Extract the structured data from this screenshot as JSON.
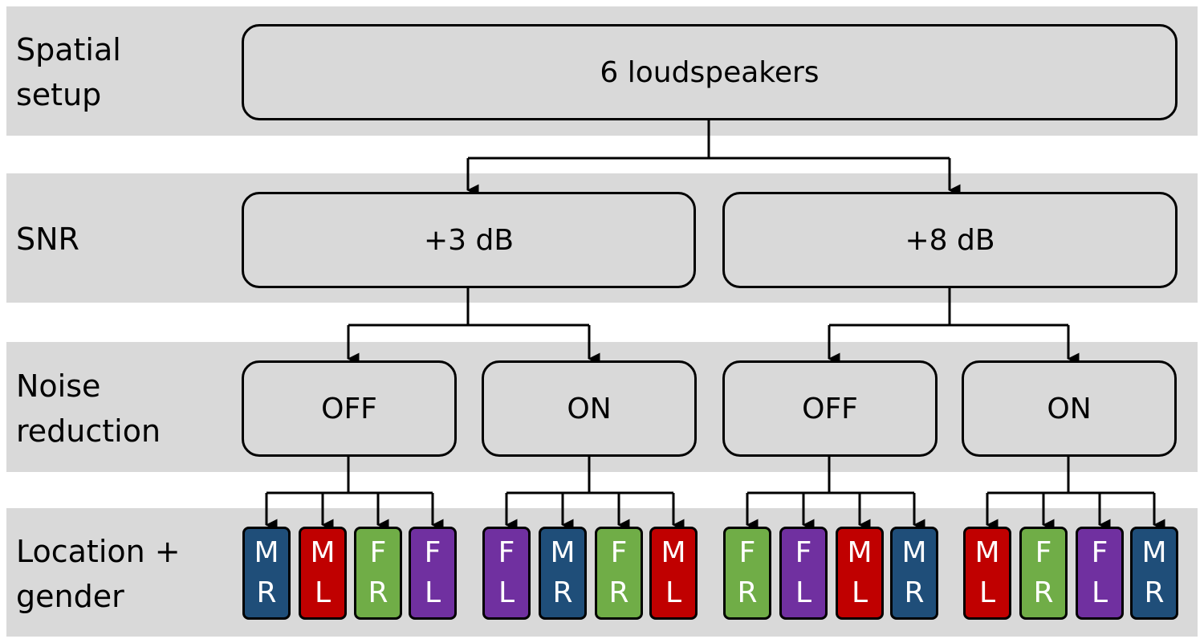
{
  "rows": {
    "spatial": "Spatial\nsetup",
    "snr": "SNR",
    "noise": "Noise\nreduction",
    "location": "Location +\ngender"
  },
  "spatial_box": "6 loudspeakers",
  "snr_boxes": [
    "+3 dB",
    "+8 dB"
  ],
  "noise_boxes": [
    "OFF",
    "ON",
    "OFF",
    "ON"
  ],
  "colors": {
    "band": "#d9d9d9",
    "blue": "#1f4e79",
    "red": "#c00000",
    "green": "#70ad47",
    "purple": "#7030a0"
  },
  "tile_groups": [
    [
      {
        "g": "M",
        "l": "R",
        "c": "blue"
      },
      {
        "g": "M",
        "l": "L",
        "c": "red"
      },
      {
        "g": "F",
        "l": "R",
        "c": "green"
      },
      {
        "g": "F",
        "l": "L",
        "c": "purple"
      }
    ],
    [
      {
        "g": "F",
        "l": "L",
        "c": "purple"
      },
      {
        "g": "M",
        "l": "R",
        "c": "blue"
      },
      {
        "g": "F",
        "l": "R",
        "c": "green"
      },
      {
        "g": "M",
        "l": "L",
        "c": "red"
      }
    ],
    [
      {
        "g": "F",
        "l": "R",
        "c": "green"
      },
      {
        "g": "F",
        "l": "L",
        "c": "purple"
      },
      {
        "g": "M",
        "l": "L",
        "c": "red"
      },
      {
        "g": "M",
        "l": "R",
        "c": "blue"
      }
    ],
    [
      {
        "g": "M",
        "l": "L",
        "c": "red"
      },
      {
        "g": "F",
        "l": "R",
        "c": "green"
      },
      {
        "g": "F",
        "l": "L",
        "c": "purple"
      },
      {
        "g": "M",
        "l": "R",
        "c": "blue"
      }
    ]
  ]
}
